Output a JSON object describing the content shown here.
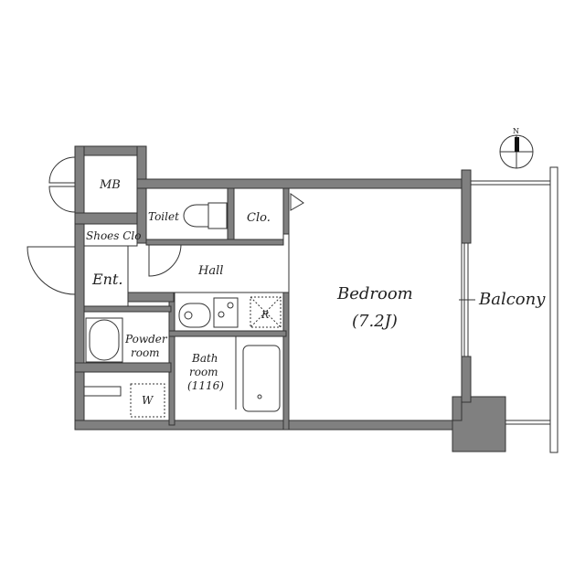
{
  "colors": {
    "wall": "#808080",
    "line": "#333333",
    "background": "#ffffff"
  },
  "compass": {
    "label": "N"
  },
  "rooms": {
    "mb": "MB",
    "toilet": "Toilet",
    "closet": "Clo.",
    "shoes_closet": "Shoes Clo",
    "hall": "Hall",
    "entrance": "Ent.",
    "powder_room_1": "Powder",
    "powder_room_2": "room",
    "bath_room_1": "Bath",
    "bath_room_2": "room",
    "bath_room_3": "(1116)",
    "bedroom": "Bedroom",
    "bedroom_size": "(7.2J)",
    "balcony": "Balcony"
  },
  "fixtures": {
    "refrigerator": "R",
    "washer": "W"
  }
}
